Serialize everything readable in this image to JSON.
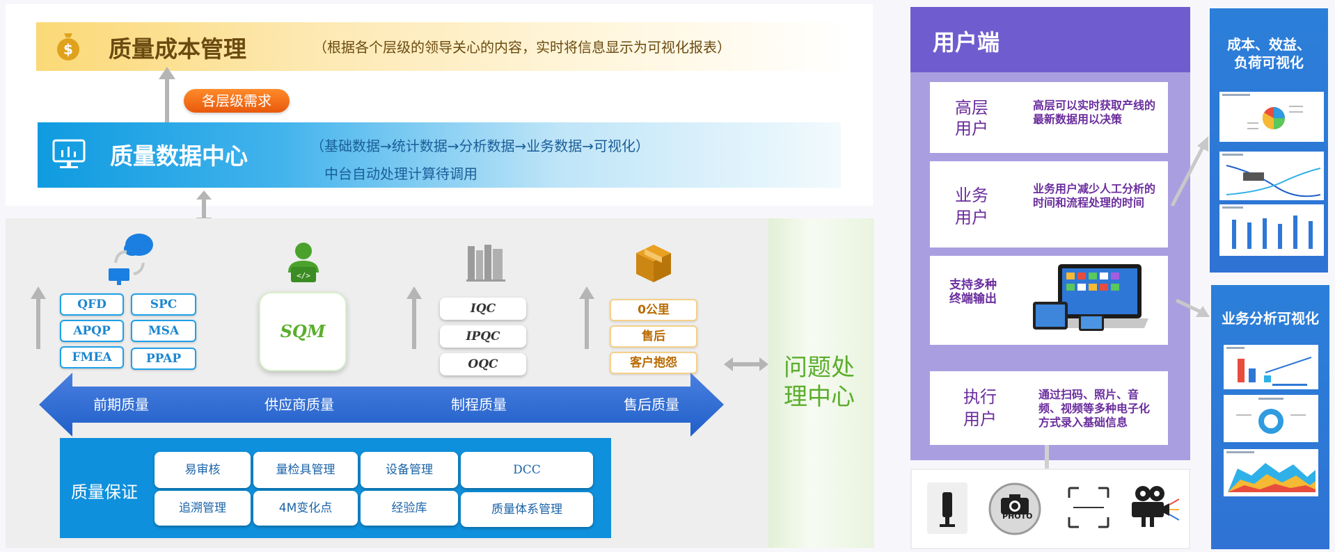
{
  "cost": {
    "title": "质量成本管理",
    "desc": "（根据各个层级的领导关心的内容，实时将信息显示为可视化报表）"
  },
  "needs_pill": "各层级需求",
  "data_center": {
    "title": "质量数据中心",
    "desc1": "（基础数据→统计数据→分析数据→业务数据→可视化）",
    "desc2": "中台自动处理计算待调用"
  },
  "early": {
    "buttons": [
      "QFD",
      "SPC",
      "APQP",
      "MSA",
      "FMEA",
      "PPAP"
    ]
  },
  "supplier": {
    "label": "SQM"
  },
  "process": {
    "buttons": [
      "IQC",
      "IPQC",
      "OQC"
    ]
  },
  "after": {
    "buttons": [
      "0公里",
      "售后",
      "客户抱怨"
    ]
  },
  "stages": [
    "前期质量",
    "供应商质量",
    "制程质量",
    "售后质量"
  ],
  "qa": {
    "title": "质量保证",
    "row1": [
      "易审核",
      "量检具管理",
      "设备管理",
      "DCC"
    ],
    "row2": [
      "追溯管理",
      "4M变化点",
      "经验库",
      "质量体系管理"
    ]
  },
  "problem_center": "问题处理中心",
  "user": {
    "title": "用户端",
    "cards": [
      {
        "label1": "高层",
        "label2": "用户",
        "desc": "高层可以实时获取产线的最新数据用以决策"
      },
      {
        "label1": "业务",
        "label2": "用户",
        "desc": "业务用户减少人工分析的时间和流程处理的时间"
      },
      {
        "label1": "支持多种",
        "label2": "终端输出"
      },
      {
        "label1": "执行",
        "label2": "用户",
        "desc": "通过扫码、照片、音频、视频等多种电子化方式录入基础信息"
      }
    ],
    "photo_label": "PHOTO"
  },
  "right": {
    "card1_title1": "成本、效益、",
    "card1_title2": "负荷可视化",
    "card2_title": "业务分析可视化"
  },
  "colors": {
    "blue": "#0f90dc",
    "orange": "#e85a0c",
    "green": "#5aae2b",
    "purple": "#6f5dcf",
    "gold": "#fbd977"
  }
}
